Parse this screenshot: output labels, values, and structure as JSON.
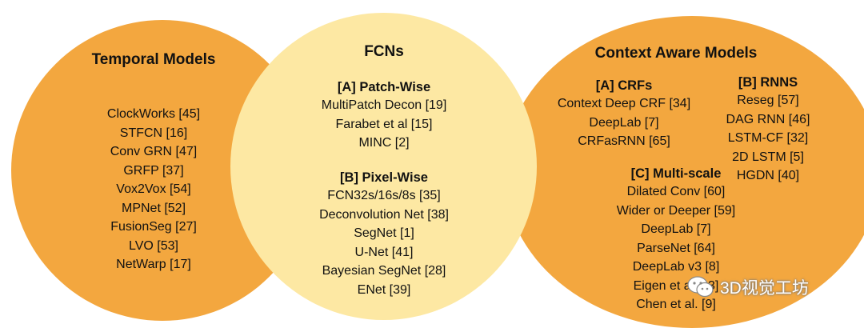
{
  "temporal": {
    "title": "Temporal Models",
    "items": [
      "ClockWorks [45]",
      "STFCN [16]",
      "Conv GRN [47]",
      "GRFP [37]",
      "Vox2Vox [54]",
      "MPNet [52]",
      "FusionSeg [27]",
      "LVO [53]",
      "NetWarp [17]"
    ]
  },
  "fcn": {
    "title": "FCNs",
    "patch_wise": {
      "heading": "[A] Patch-Wise",
      "items": [
        "MultiPatch Decon [19]",
        "Farabet et al [15]",
        "MINC [2]"
      ]
    },
    "pixel_wise": {
      "heading": "[B] Pixel-Wise",
      "items": [
        "FCN32s/16s/8s [35]",
        "Deconvolution Net [38]",
        "SegNet [1]",
        "U-Net [41]",
        "Bayesian SegNet [28]",
        "ENet [39]"
      ]
    }
  },
  "context": {
    "title": "Context Aware Models",
    "crfs": {
      "heading": "[A] CRFs",
      "items": [
        "Context Deep CRF [34]",
        "DeepLab [7]",
        "CRFasRNN [65]"
      ]
    },
    "rnns": {
      "heading": "[B] RNNS",
      "items": [
        "Reseg [57]",
        "DAG RNN [46]",
        "LSTM-CF [32]",
        "2D LSTM [5]",
        "HGDN [40]"
      ]
    },
    "multiscale": {
      "heading": "[C] Multi-scale",
      "items": [
        "Dilated Conv [60]",
        "Wider or Deeper [59]",
        "DeepLab [7]",
        "ParseNet [64]",
        "DeepLab v3 [8]",
        "Eigen et al [13]",
        "Chen et al. [9]"
      ]
    }
  },
  "watermark": {
    "text": "3D视觉工坊",
    "icon": "wechat-icon"
  },
  "colors": {
    "outer": "#f3a73f",
    "center": "#fde8a3"
  }
}
